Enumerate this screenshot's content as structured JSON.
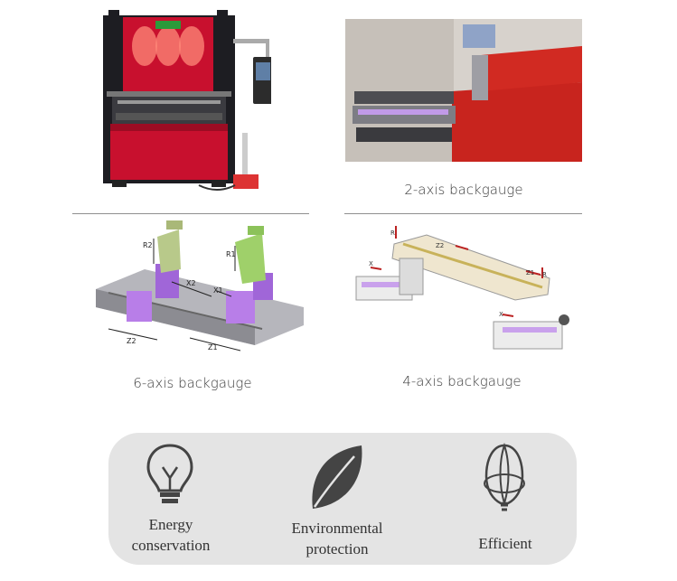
{
  "captions": {
    "two_axis": "2-axis backgauge",
    "six_axis": "6-axis backgauge",
    "four_axis": "4-axis backgauge"
  },
  "features": [
    {
      "icon": "lightbulb-icon",
      "lines": [
        "Energy",
        "conservation"
      ]
    },
    {
      "icon": "leaf-icon",
      "lines": [
        "Environmental",
        "protection"
      ]
    },
    {
      "icon": "efficiency-icon",
      "lines": [
        "Efficient"
      ]
    }
  ],
  "diagram_labels": {
    "six_axis": [
      "R2",
      "R1",
      "X2",
      "X1",
      "Z2",
      "Z1"
    ],
    "four_axis": [
      "R",
      "X",
      "Z2",
      "Z1",
      "R",
      "X"
    ]
  },
  "colors": {
    "machine_red": "#c8102e",
    "frame_dark": "#1d1d22",
    "part_purple": "#b87ee8",
    "part_green": "#9fd06a",
    "panel_gray": "#e4e4e4"
  }
}
